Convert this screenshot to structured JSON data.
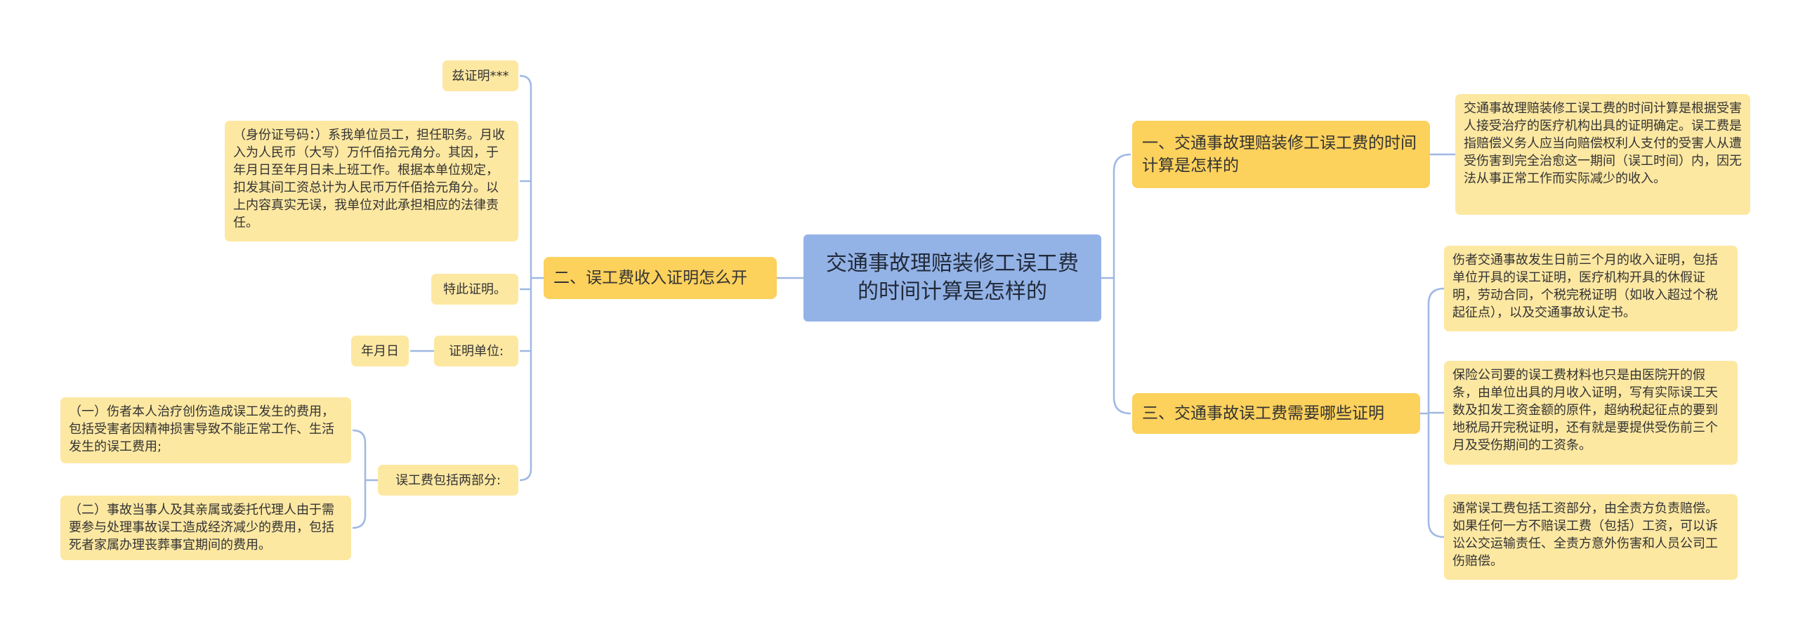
{
  "root": {
    "label": "交通事故理赔装修工误工费的时间计算是怎样的"
  },
  "right": {
    "branch1": {
      "label": "一、交通事故理赔装修工误工费的时间计算是怎样的",
      "leaf": "交通事故理赔装修工误工费的时间计算是根据受害人接受治疗的医疗机构出具的证明确定。误工费是指赔偿义务人应当向赔偿权利人支付的受害人从遭受伤害到完全治愈这一期间（误工时间）内，因无法从事正常工作而实际减少的收入。"
    },
    "branch3": {
      "label": "三、交通事故误工费需要哪些证明",
      "leaves": [
        "伤者交通事故发生日前三个月的收入证明，包括单位开具的误工证明，医疗机构开具的休假证明，劳动合同，个税完税证明（如收入超过个税起征点），以及交通事故认定书。",
        "保险公司要的误工费材料也只是由医院开的假条，由单位出具的月收入证明，写有实际误工天数及扣发工资金额的原件，超纳税起征点的要到地税局开完税证明，还有就是要提供受伤前三个月及受伤期间的工资条。",
        "通常误工费包括工资部分，由全责方负责赔偿。如果任何一方不赔误工费（包括）工资，可以诉讼公交运输责任、全责方意外伤害和人员公司工伤赔偿。"
      ]
    }
  },
  "left": {
    "branch2": {
      "label": "二、误工费收入证明怎么开",
      "leaves": {
        "proof_title": "兹证明***",
        "body": "（身份证号码：）系我单位员工，担任职务。月收入为人民币（大写）万仟佰拾元角分。其因，于年月日至年月日未上班工作。根据本单位规定，扣发其间工资总计为人民币万仟佰拾元角分。以上内容真实无误，我单位对此承担相应的法律责任。",
        "special": "特此证明。",
        "unit": "证明单位:",
        "unit_date": "年月日",
        "two_parts": "误工费包括两部分:",
        "part1": "（一）伤者本人治疗创伤造成误工发生的费用，包括受害者因精神损害导致不能正常工作、生活发生的误工费用;",
        "part2": "（二）事故当事人及其亲属或委托代理人由于需要参与处理事故误工造成经济减少的费用，包括死者家属办理丧葬事宜期间的费用。"
      }
    }
  },
  "colors": {
    "root_fill": "#93b3e6",
    "branch_fill": "#fcd15c",
    "leaf_fill": "#fde8a2",
    "connector": "#9fb8e2"
  }
}
